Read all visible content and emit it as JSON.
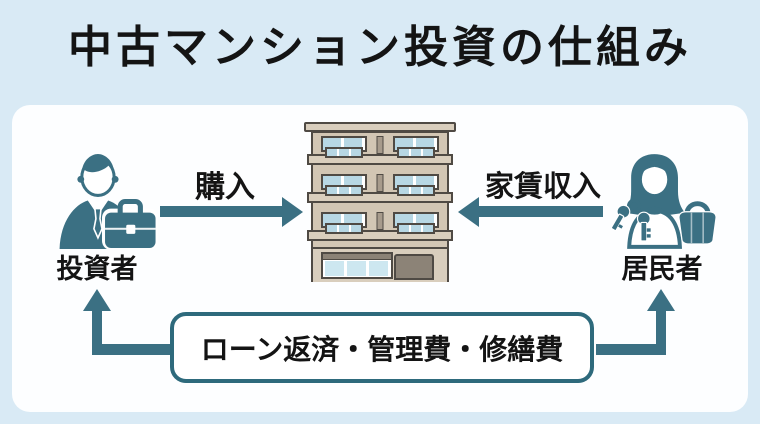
{
  "title": "中古マンション投資の仕組み",
  "diagram": {
    "actors": {
      "investor": {
        "label": "投資者",
        "icon": "businessman-briefcase-icon"
      },
      "resident": {
        "label": "居民者",
        "icon": "woman-keys-bag-icon"
      }
    },
    "building": {
      "icon": "apartment-building-illustration"
    },
    "flows": {
      "purchase": {
        "label": "購入",
        "icon": "arrow-right-icon",
        "from": "投資者",
        "to": "building"
      },
      "rent_income": {
        "label": "家賃収入",
        "icon": "arrow-left-icon",
        "from": "居民者",
        "to": "building"
      },
      "expenses": {
        "label": "ローン返済・管理費・修繕費",
        "icon": "arrow-up-icon"
      }
    }
  },
  "colors": {
    "background": "#d9eaf5",
    "panel": "#fdfeff",
    "accent": "#3b7083",
    "box_border": "#2e6a7c",
    "text": "#141414",
    "building_wall": "#d2c6b4",
    "building_ledge": "#d9cebd",
    "building_outline": "#4f4a44",
    "window_glass": "#b7d7e4",
    "garage": "#8c8377"
  }
}
